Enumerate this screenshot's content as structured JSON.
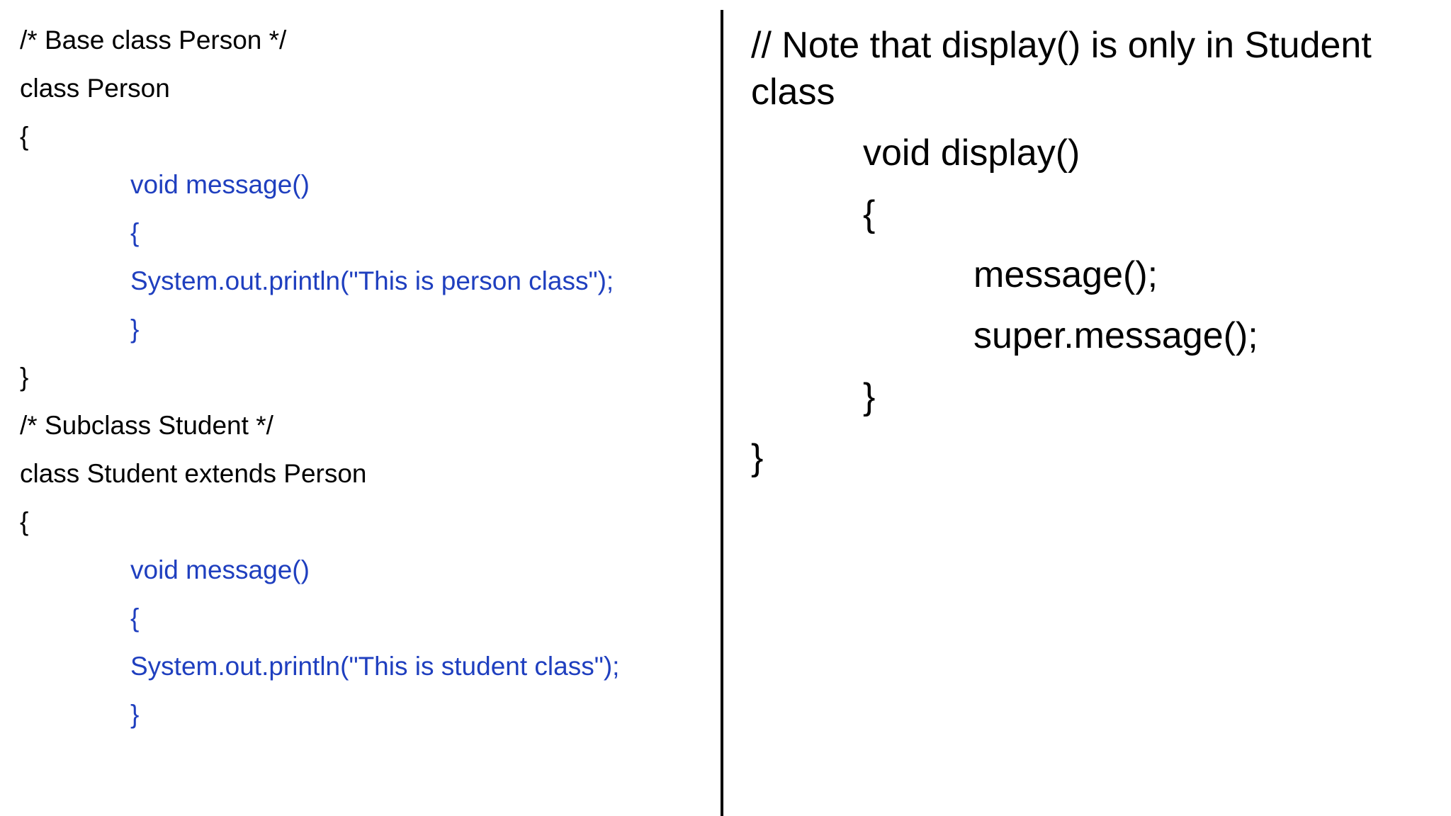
{
  "left_code": {
    "lines": [
      "/* Base class Person */",
      "class Person",
      "{",
      "void message()",
      "{",
      "System.out.println(\"This is person class\");",
      "}",
      "}",
      "/* Subclass Student */",
      "class Student extends Person",
      "{",
      "void message()",
      "{",
      "System.out.println(\"This is student class\");",
      "}"
    ]
  },
  "right_code": {
    "comment_line1": "// Note that display() is only in Student",
    "comment_line2": "class",
    "lines": [
      "void display()",
      "{",
      "message();",
      "super.message();",
      "}",
      "}"
    ]
  },
  "colors": {
    "method_blue": "#1f3fbf",
    "text_black": "#000000"
  }
}
